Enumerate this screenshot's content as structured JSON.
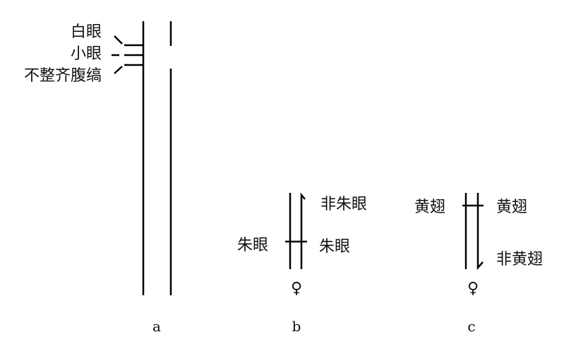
{
  "panel_a": {
    "caption": "a",
    "labels": [
      "白眼",
      "小眼",
      "不整齐腹缟"
    ]
  },
  "panel_b": {
    "caption": "b",
    "right_top": "非朱眼",
    "left_mid": "朱眼",
    "right_mid": "朱眼",
    "sex_symbol": "♀"
  },
  "panel_c": {
    "caption": "c",
    "left_top": "黄翅",
    "right_top": "黄翅",
    "right_bottom": "非黄翅",
    "sex_symbol": "♀"
  }
}
